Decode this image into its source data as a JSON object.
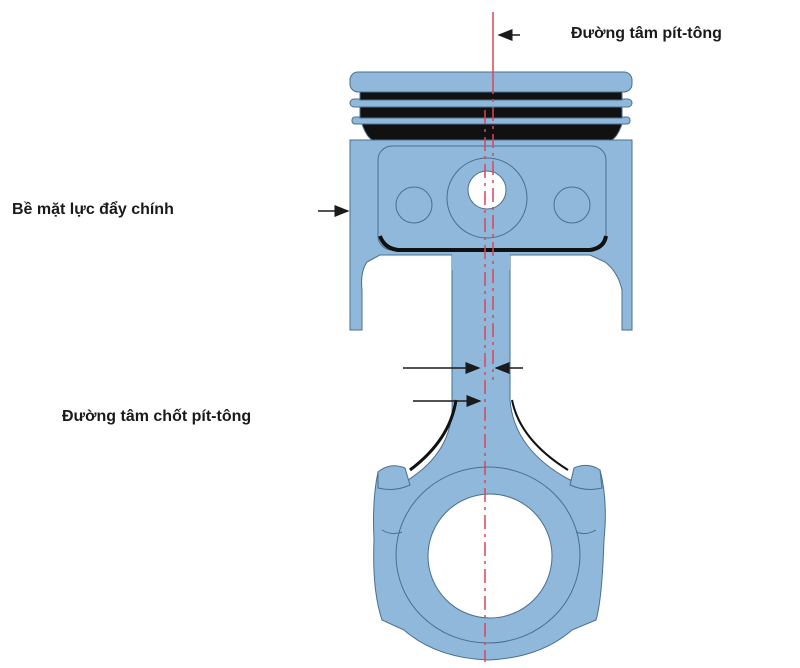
{
  "labels": {
    "piston_centerline": "Đường tâm pít-tông",
    "major_thrust_face": "Bề mặt lực đẩy chính",
    "piston_pin_centerline": "Đường tâm chốt pít-tông"
  },
  "colors": {
    "part_fill": "#8fb8db",
    "part_stroke": "#4a6f8f",
    "ring_groove": "#111111",
    "centerline": "#d9455a",
    "arrow": "#1a1a1a"
  }
}
